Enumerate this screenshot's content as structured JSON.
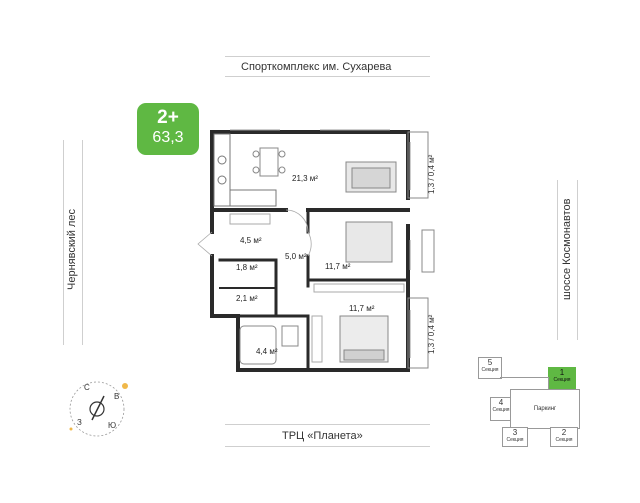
{
  "streets": {
    "top": "Спорткомплекс им. Сухарева",
    "bottom": "ТРЦ «Планета»",
    "left": "Чернявский лес",
    "right": "шоссе Космонавтов"
  },
  "badge": {
    "rooms": "2+",
    "area": "63,3"
  },
  "rooms": [
    {
      "value": "21,3 м²"
    },
    {
      "value": "4,5 м²"
    },
    {
      "value": "5,0 м²"
    },
    {
      "value": "1,8 м²"
    },
    {
      "value": "2,1 м²"
    },
    {
      "value": "11,7 м²"
    },
    {
      "value": "11,7 м²"
    },
    {
      "value": "4,4 м²"
    }
  ],
  "balconies": [
    "1,3 / 0,4 м²",
    "1,3 / 0,4 м²"
  ],
  "compass": {
    "letters": [
      "С",
      "В",
      "Ю",
      "З"
    ]
  },
  "site_plan": {
    "sections": [
      {
        "number": "5",
        "label": "Секция",
        "highlighted": false
      },
      {
        "number": "1",
        "label": "Секция",
        "highlighted": true
      },
      {
        "number": "4",
        "label": "Секция",
        "highlighted": false
      },
      {
        "number": "3",
        "label": "Секция",
        "highlighted": false
      },
      {
        "number": "2",
        "label": "Секция",
        "highlighted": false
      }
    ],
    "parking": "Паркинг"
  },
  "colors": {
    "accent": "#5fb843",
    "wall": "#2a2a2a"
  }
}
